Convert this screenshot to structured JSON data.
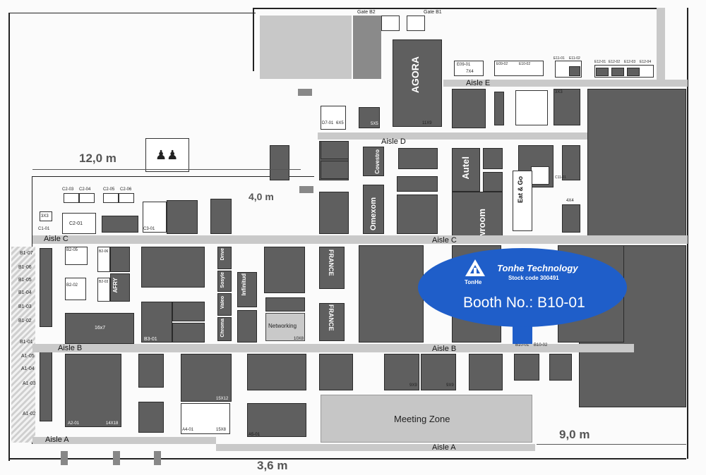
{
  "map": {
    "gates": [
      "Gate B2",
      "Gate B1"
    ],
    "dimensions": [
      "12,0 m",
      "4,0 m",
      "9,0 m",
      "3,6 m"
    ],
    "aisles": {
      "a_left": "Aisle A",
      "a_right": "Aisle A",
      "b_left": "Aisle B",
      "b_right": "Aisle B",
      "c_left": "Aisle C",
      "c_right": "Aisle C",
      "d": "Aisle D",
      "e": "Aisle E"
    },
    "zones": {
      "agora": "AGORA",
      "networking": "Networking",
      "meeting": "Meeting Zone",
      "eat_go": "Eat & Go",
      "showroom": "owroom",
      "france1": "FRANCE",
      "france2": "FRANCE"
    },
    "brands": [
      "Autel",
      "Omexom",
      "Covestro",
      "AFRY",
      "Infinitud",
      "Chroma",
      "Valeo",
      "Sosyle",
      "Drive"
    ],
    "labels": {
      "c2_03": "C2-03",
      "c2_04": "C2-04",
      "c2_05": "C2-05",
      "c2_06": "C2-06",
      "c2_01": "C2-01",
      "c1_01": "C1-01",
      "c3_01": "C3-01",
      "b1_07": "B1-07",
      "b1_06": "B1-06",
      "b1_05": "B1-05",
      "b1_04": "B1-04",
      "b1_03": "B1-03",
      "b1_02": "B1-02",
      "b1_01": "B1-01",
      "a1_05": "A1-05",
      "a1_04": "A1-04",
      "a1_03": "A1-03",
      "a1_02": "A1-02",
      "b2_05": "B2-05",
      "b2_02": "B2-02",
      "b2_06": "B2-06",
      "b2_03": "B2-03",
      "b3_01": "B3-01",
      "a4_01": "A4-01",
      "a5_01": "A5-01",
      "a2_01": "A2-01",
      "e9_01": "E09-01",
      "e9_02": "E09-02",
      "e10_02": "E10-02",
      "e11_01": "E11-01",
      "e11_02": "E11-02",
      "e12_01": "E12-01",
      "e12_02": "E12-02",
      "e12_03": "E12-03",
      "e12_04": "E12-04",
      "d7_01": "D7-01",
      "c11_01": "C11-01",
      "b10_01": "B10-01",
      "b10_02": "B10-02",
      "s_16x7": "16x7",
      "s_15x8": "15X8",
      "s_14x18": "14X18",
      "s_15x12": "15X12",
      "s_10x8": "10X8",
      "s_11x9": "11X9",
      "s_7x4": "7X4",
      "s_6x5": "6X5",
      "s_5x5": "5X5",
      "s_4x4": "4X4",
      "s_3x3": "3X3",
      "s_9x9": "9X9"
    },
    "highlight": {
      "company": "Tonhe Technology",
      "stock": "Stock code  300491",
      "logo_text": "TonHe",
      "booth": "Booth No.: B10-01",
      "color": "#1f5ec9"
    }
  }
}
